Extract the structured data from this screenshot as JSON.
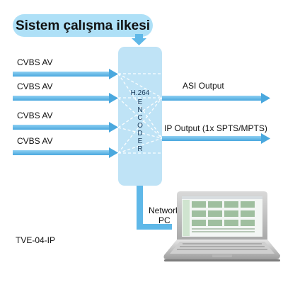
{
  "title": "Sistem çalışma ilkesi",
  "inputs": [
    "CVBS AV",
    "CVBS AV",
    "CVBS AV",
    "CVBS AV"
  ],
  "encoder": {
    "format": "H.264",
    "letters": [
      "E",
      "N",
      "C",
      "O",
      "D",
      "E",
      "R"
    ]
  },
  "outputs": {
    "asi": "ASI Output",
    "ip": "IP Output (1x SPTS/MPTS)"
  },
  "network_label": [
    "Network",
    "PC"
  ],
  "model": "TVE-04-IP",
  "colors": {
    "box": "#bfe3f6",
    "arrow": "#5fb8e8",
    "title_bg": "#aee0f7",
    "accent": "#4aa8de"
  }
}
